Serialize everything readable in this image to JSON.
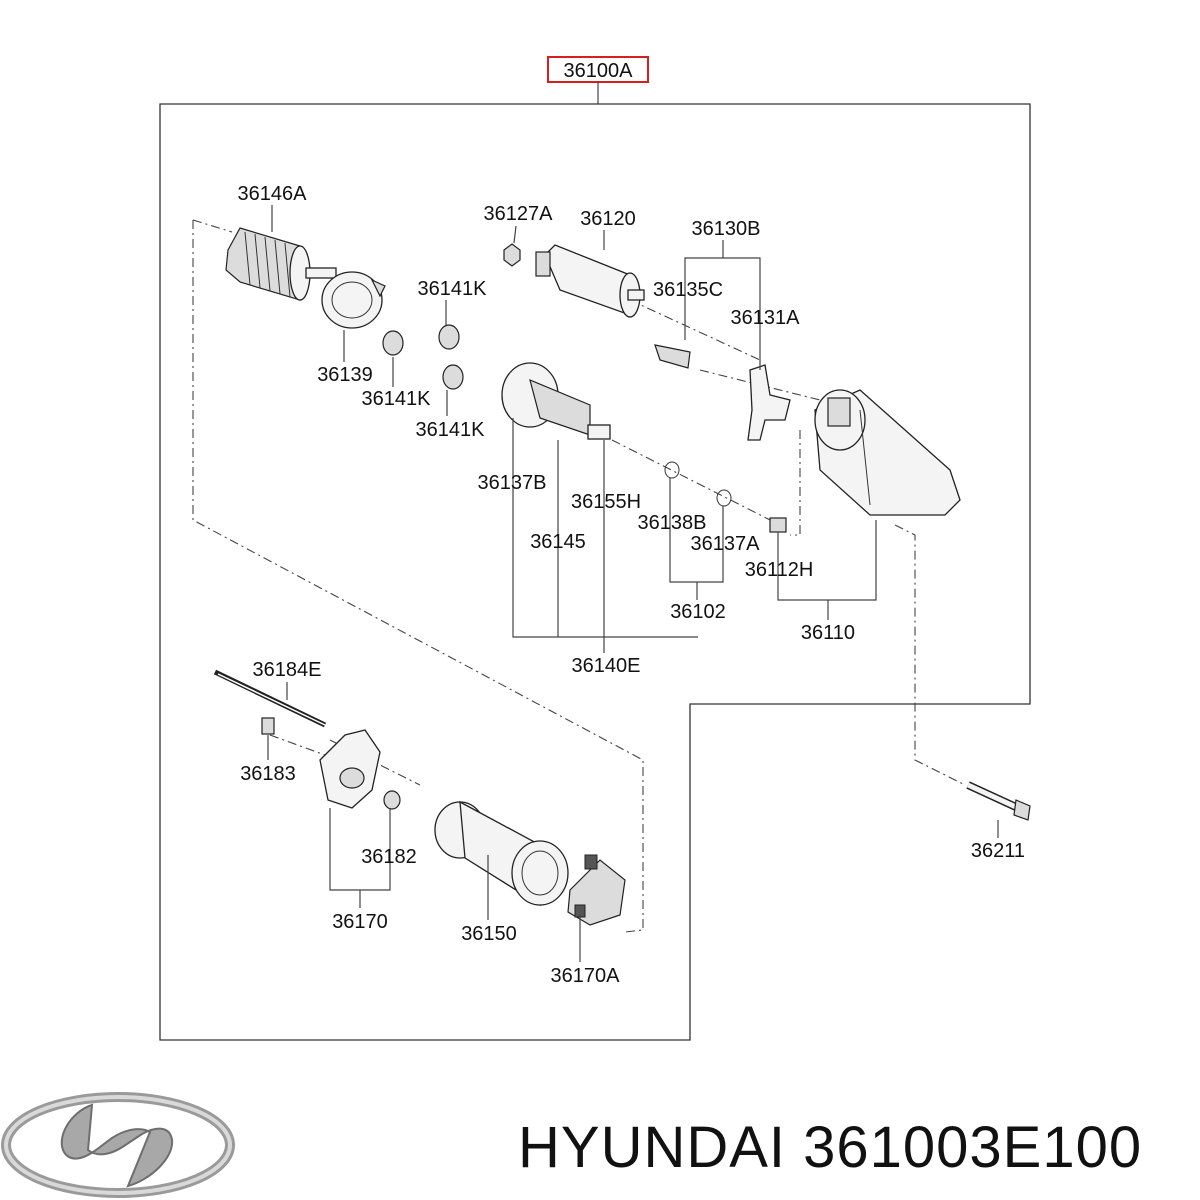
{
  "diagram": {
    "assembly_label": "36100A",
    "assembly_label_color": "#d62020",
    "part_labels": {
      "p36146A": "36146A",
      "p36127A": "36127A",
      "p36120": "36120",
      "p36130B": "36130B",
      "p36141K_a": "36141K",
      "p36135C": "36135C",
      "p36131A": "36131A",
      "p36139": "36139",
      "p36141K_b": "36141K",
      "p36141K_c": "36141K",
      "p36137B": "36137B",
      "p36155H": "36155H",
      "p36138B": "36138B",
      "p36145": "36145",
      "p36137A": "36137A",
      "p36112H": "36112H",
      "p36102": "36102",
      "p36110": "36110",
      "p36140E": "36140E",
      "p36184E": "36184E",
      "p36183": "36183",
      "p36182": "36182",
      "p36211": "36211",
      "p36170": "36170",
      "p36150": "36150",
      "p36170A": "36170A"
    }
  },
  "brand": {
    "logo_icon": "hyundai-logo-icon",
    "caption": "HYUNDAI 361003E100"
  }
}
